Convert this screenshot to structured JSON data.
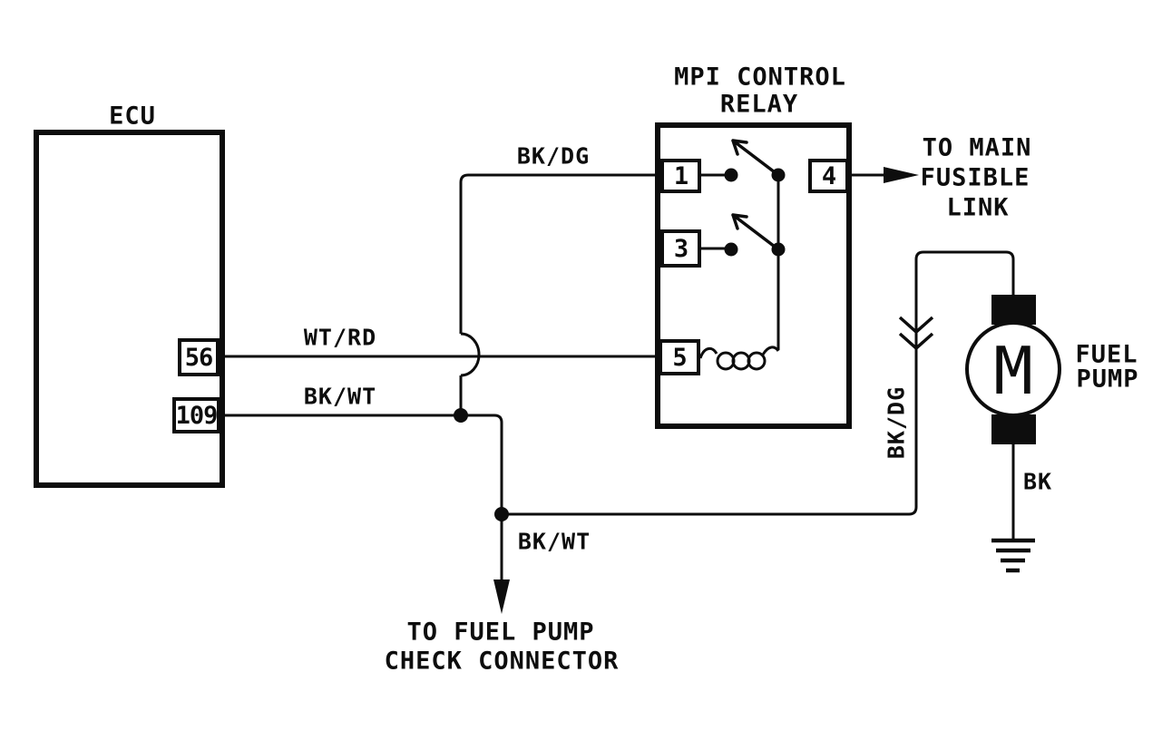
{
  "colors": {
    "ink": "#0d0d0d",
    "background": "#ffffff"
  },
  "ecu": {
    "title": "ECU",
    "pins": [
      {
        "label": "56"
      },
      {
        "label": "109"
      }
    ]
  },
  "relay": {
    "title_line1": "MPI CONTROL",
    "title_line2": "RELAY",
    "pin1": "1",
    "pin3": "3",
    "pin4": "4",
    "pin5": "5"
  },
  "wires": {
    "bk_dg_top": "BK/DG",
    "wt_rd": "WT/RD",
    "bk_wt": "BK/WT",
    "bk_wt_drop": "BK/WT",
    "bk_dg_vertical": "BK/DG",
    "bk_ground": "BK"
  },
  "fuel_pump": {
    "label_line1": "FUEL",
    "label_line2": "PUMP",
    "motor_letter": "M"
  },
  "destinations": {
    "fusible_link": {
      "line1": "TO MAIN",
      "line2": "FUSIBLE",
      "line3": "LINK"
    },
    "check_connector": {
      "line1": "TO FUEL PUMP",
      "line2": "CHECK CONNECTOR"
    }
  }
}
